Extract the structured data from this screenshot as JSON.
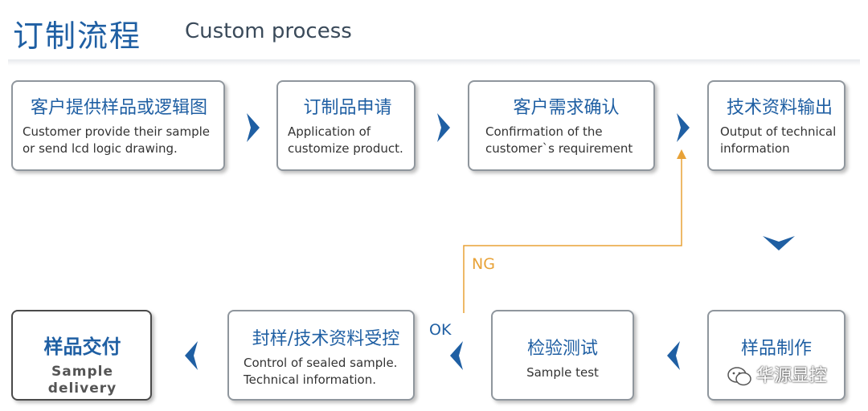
{
  "header": {
    "title_cn": "订制流程",
    "title_en": "Custom process"
  },
  "steps": [
    {
      "cn": "客户提供样品或逻辑图",
      "en": "Customer provide their sample or send lcd logic drawing."
    },
    {
      "cn": "订制品申请",
      "en": "Application of customize product."
    },
    {
      "cn": "客户需求确认",
      "en": "Confirmation of the customer`s requirement"
    },
    {
      "cn": "技术资料输出",
      "en": "Output of technical information"
    },
    {
      "cn": "样品制作",
      "en": ""
    },
    {
      "cn": "检验测试",
      "en": "Sample test"
    },
    {
      "cn": "封样/技术资料受控",
      "en": "Control of sealed sample. Technical information."
    },
    {
      "cn": "样品交付",
      "en": "Sample delivery"
    }
  ],
  "labels": {
    "ng": "NG",
    "ok": "OK"
  },
  "watermark": {
    "text": "华源显控",
    "icon": "wechat-icon"
  },
  "colors": {
    "accent": "#1f5fa3",
    "ng_line": "#e8a237",
    "border": "#8f969d"
  }
}
